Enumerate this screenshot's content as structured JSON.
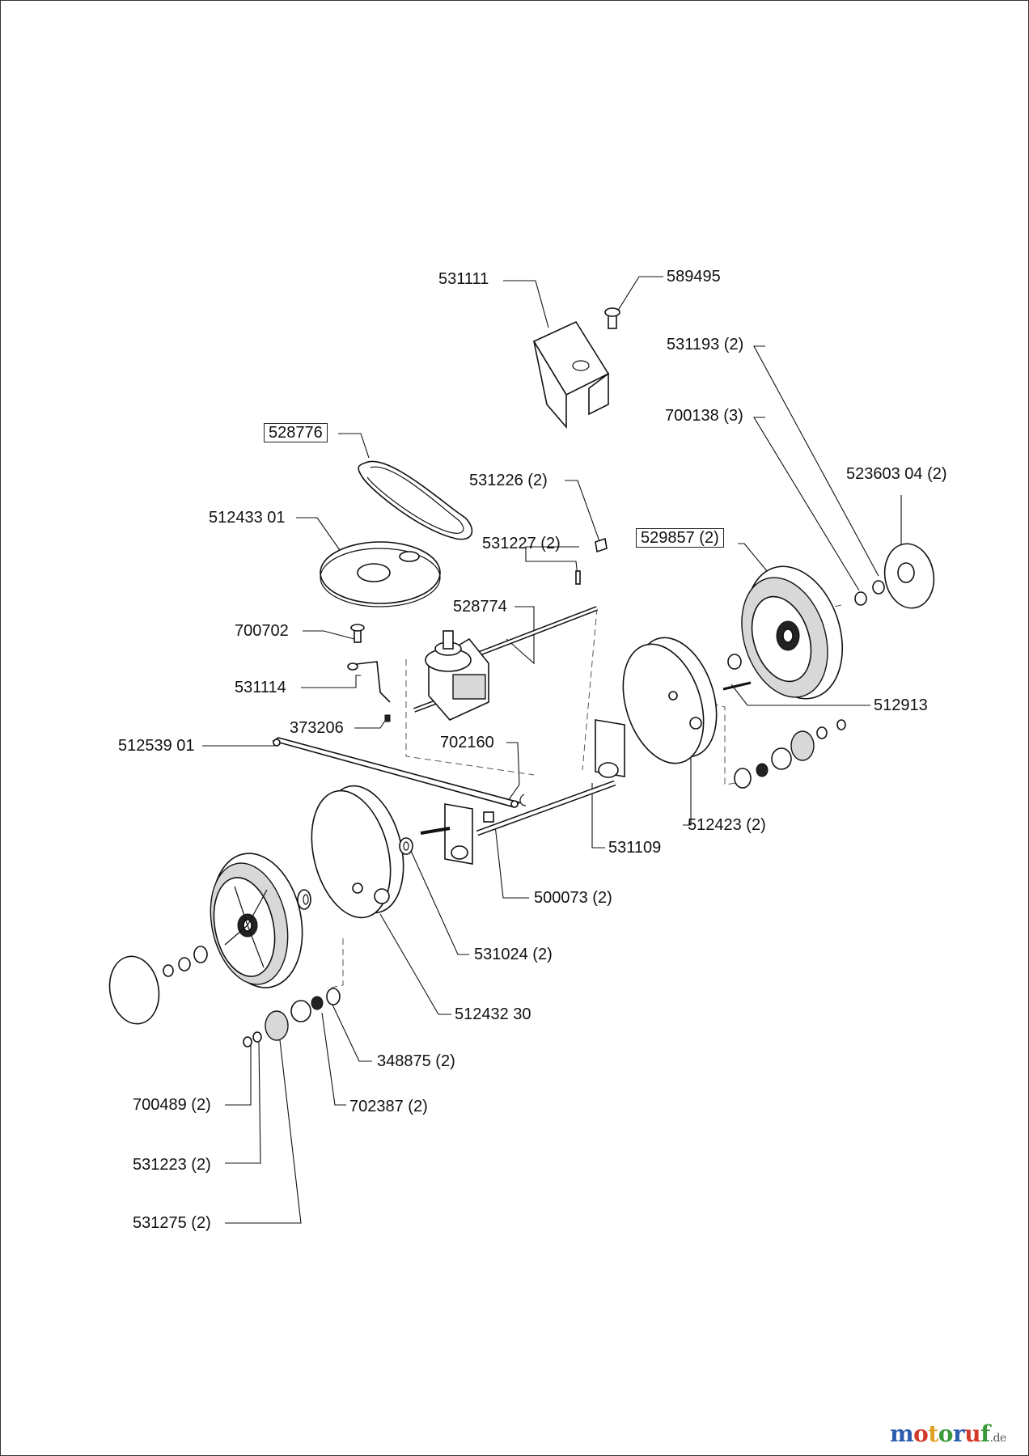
{
  "diagram": {
    "parts": [
      {
        "id": "p531111",
        "label": "531111",
        "boxed": false
      },
      {
        "id": "p589495",
        "label": "589495",
        "boxed": false
      },
      {
        "id": "p531193",
        "label": "531193 (2)",
        "boxed": false
      },
      {
        "id": "p700138",
        "label": "700138 (3)",
        "boxed": false
      },
      {
        "id": "p528776",
        "label": "528776",
        "boxed": true
      },
      {
        "id": "p531226",
        "label": "531226 (2)",
        "boxed": false
      },
      {
        "id": "p523603",
        "label": "523603 04 (2)",
        "boxed": false
      },
      {
        "id": "p512433",
        "label": "512433 01",
        "boxed": false
      },
      {
        "id": "p531227",
        "label": "531227 (2)",
        "boxed": false
      },
      {
        "id": "p529857",
        "label": "529857 (2)",
        "boxed": true
      },
      {
        "id": "p528774",
        "label": "528774",
        "boxed": false
      },
      {
        "id": "p700702",
        "label": "700702",
        "boxed": false
      },
      {
        "id": "p531114",
        "label": "531114",
        "boxed": false
      },
      {
        "id": "p512913",
        "label": "512913",
        "boxed": false
      },
      {
        "id": "p373206",
        "label": "373206",
        "boxed": false
      },
      {
        "id": "p512539",
        "label": "512539 01",
        "boxed": false
      },
      {
        "id": "p702160",
        "label": "702160",
        "boxed": false
      },
      {
        "id": "p512423",
        "label": "512423 (2)",
        "boxed": false
      },
      {
        "id": "p531109",
        "label": "531109",
        "boxed": false
      },
      {
        "id": "p500073",
        "label": "500073 (2)",
        "boxed": false
      },
      {
        "id": "p531024",
        "label": "531024 (2)",
        "boxed": false
      },
      {
        "id": "p512432",
        "label": "512432 30",
        "boxed": false
      },
      {
        "id": "p348875",
        "label": "348875 (2)",
        "boxed": false
      },
      {
        "id": "p700489",
        "label": "700489 (2)",
        "boxed": false
      },
      {
        "id": "p702387",
        "label": "702387 (2)",
        "boxed": false
      },
      {
        "id": "p531223",
        "label": "531223 (2)",
        "boxed": false
      },
      {
        "id": "p531275",
        "label": "531275 (2)",
        "boxed": false
      }
    ]
  },
  "watermark": {
    "text": "motoruf",
    "tld": ".de",
    "colors": [
      "#2a5db0",
      "#d23a2a",
      "#e0a020",
      "#3a9a3a",
      "#2a5db0",
      "#d23a2a",
      "#3a9a3a"
    ]
  }
}
